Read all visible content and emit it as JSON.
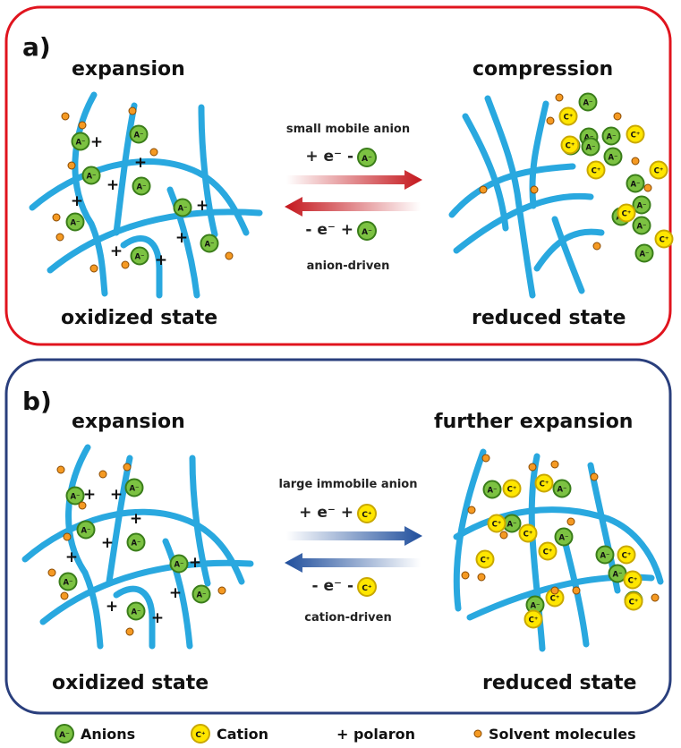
{
  "panel_a": {
    "label": "a)",
    "border_color": "#e0141e",
    "left_title": "expansion",
    "right_title": "compression",
    "left_state": "oxidized state",
    "right_state": "reduced state",
    "arrow_top_label": "small mobile anion",
    "forward_eq": "+ e⁻ -",
    "backward_eq": "- e⁻ +",
    "arrow_bottom_label": "anion-driven",
    "arrow_color": "#c4161c"
  },
  "panel_b": {
    "label": "b)",
    "border_color": "#2a3f7d",
    "left_title": "expansion",
    "right_title": "further expansion",
    "left_state": "oxidized state",
    "right_state": "reduced state",
    "arrow_top_label": "large immobile anion",
    "forward_eq": "+ e⁻ +",
    "backward_eq": "- e⁻ -",
    "arrow_bottom_label": "cation-driven",
    "arrow_color": "#1f4e9c"
  },
  "ions": {
    "anion_symbol": "A⁻",
    "cation_symbol": "C⁺",
    "polaron_symbol": "+"
  },
  "legend": {
    "anions": "Anions",
    "cation": "Cation",
    "polaron": "+ polaron",
    "solvent": "Solvent molecules"
  },
  "colors": {
    "polymer": "#29a8df",
    "anion_fill": "#7cc242",
    "anion_stroke": "#3a7d1a",
    "cation_fill": "#ffe600",
    "cation_stroke": "#c9a800",
    "solvent_fill": "#f59a23",
    "solvent_stroke": "#8a4a00"
  }
}
